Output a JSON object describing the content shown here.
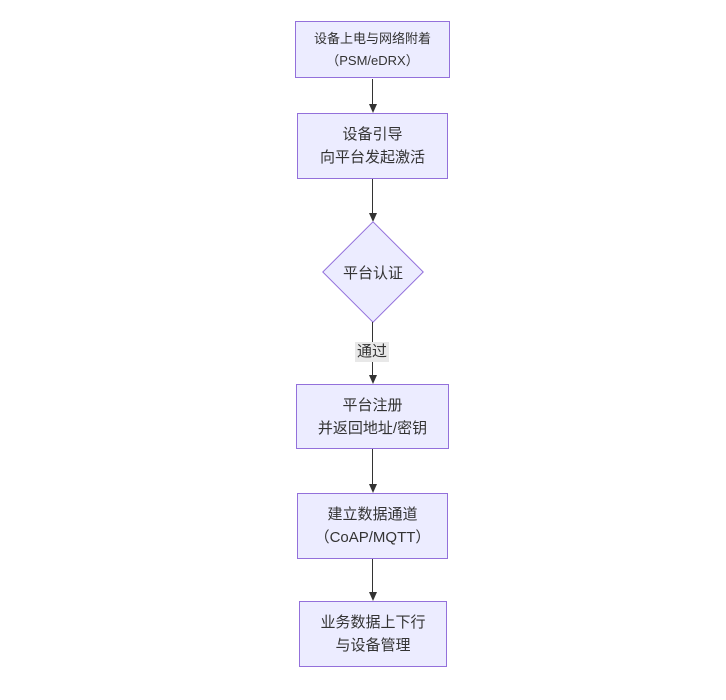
{
  "diagram": {
    "type": "flowchart-vertical",
    "colors": {
      "background": "#ffffff",
      "node_fill": "#ececff",
      "node_border": "#9370db",
      "text": "#333333",
      "edge": "#333333",
      "edge_label_bg": "#e8e8e8"
    },
    "nodes": [
      {
        "id": "power-on",
        "shape": "rect",
        "lines": [
          "设备上电与网络附着",
          "（PSM/eDRX）"
        ]
      },
      {
        "id": "bootstrap",
        "shape": "rect",
        "lines": [
          "设备引导",
          "向平台发起激活"
        ]
      },
      {
        "id": "auth",
        "shape": "diamond",
        "lines": [
          "平台认证"
        ]
      },
      {
        "id": "register",
        "shape": "rect",
        "lines": [
          "平台注册",
          "并返回地址/密钥"
        ]
      },
      {
        "id": "channel",
        "shape": "rect",
        "lines": [
          "建立数据通道",
          "（CoAP/MQTT）"
        ]
      },
      {
        "id": "business",
        "shape": "rect",
        "lines": [
          "业务数据上下行",
          "与设备管理"
        ]
      }
    ],
    "edges": [
      {
        "from": "power-on",
        "to": "bootstrap",
        "label": ""
      },
      {
        "from": "bootstrap",
        "to": "auth",
        "label": ""
      },
      {
        "from": "auth",
        "to": "register",
        "label": "通过"
      },
      {
        "from": "register",
        "to": "channel",
        "label": ""
      },
      {
        "from": "channel",
        "to": "business",
        "label": ""
      }
    ]
  }
}
